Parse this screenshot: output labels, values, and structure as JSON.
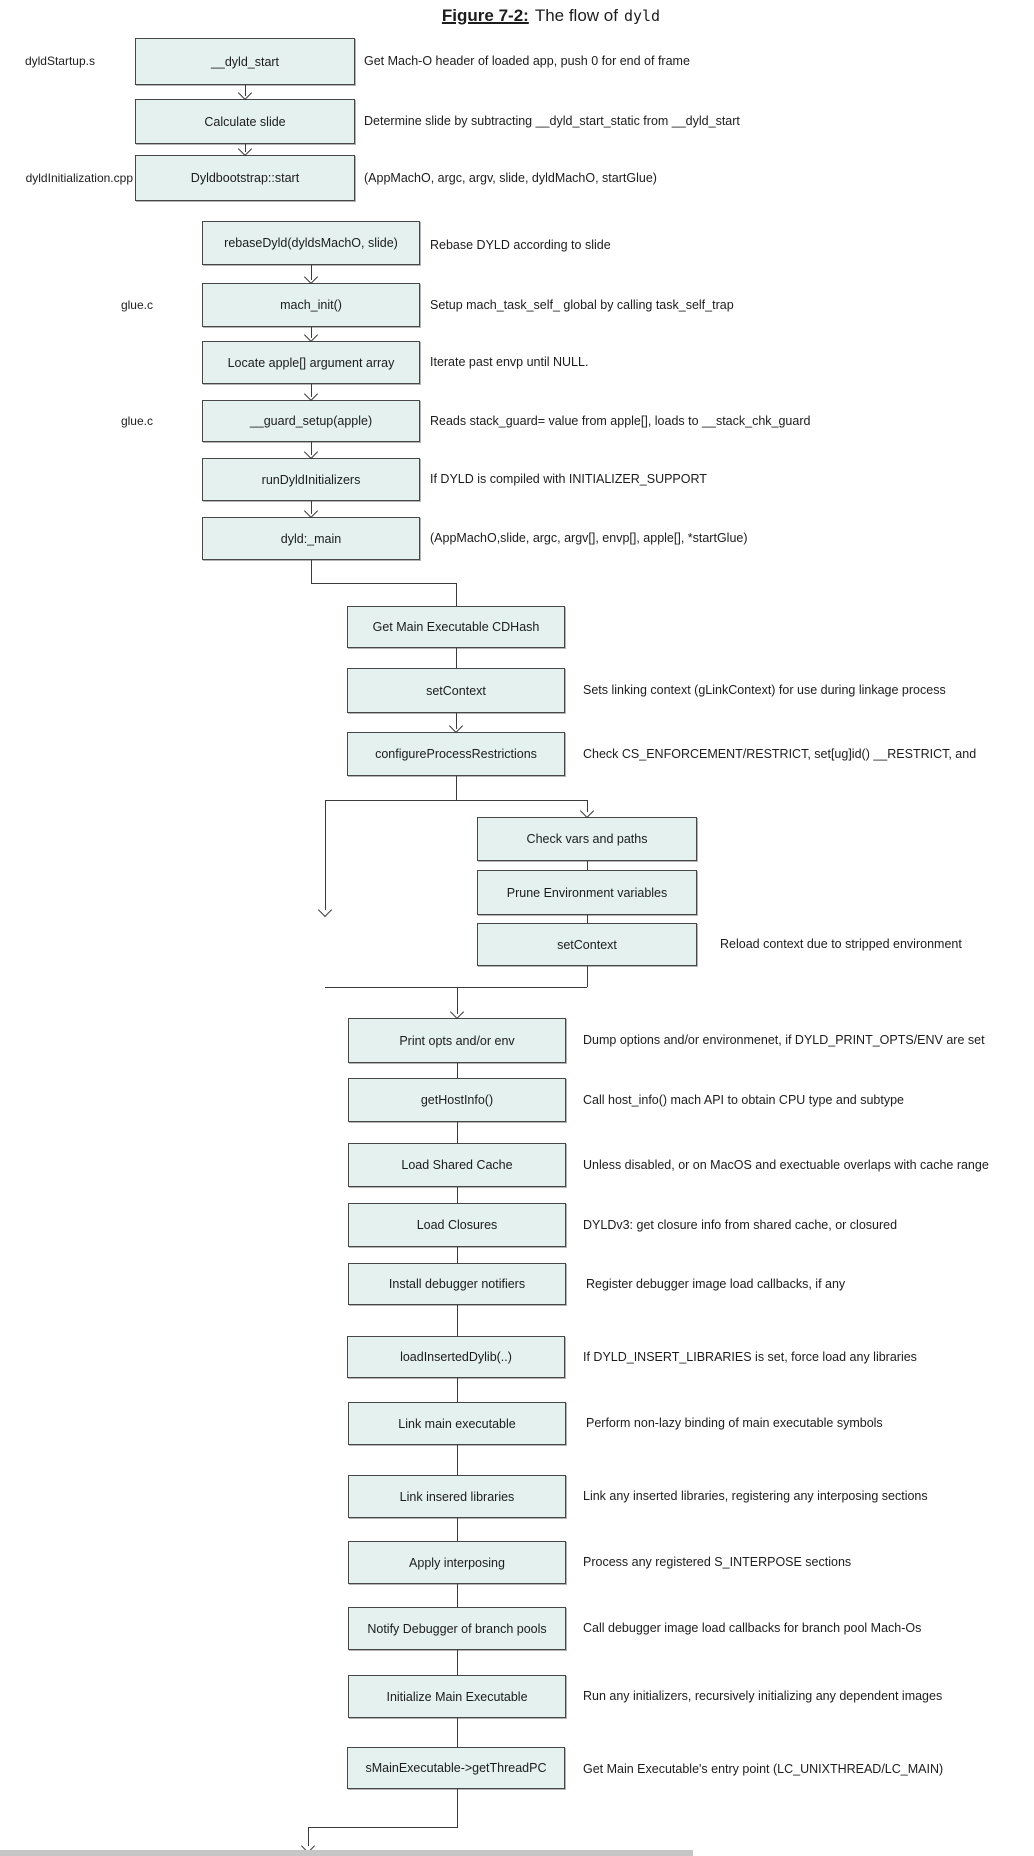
{
  "title": {
    "figure": "Figure 7-2:",
    "middle": "The flow of",
    "code": "dyld"
  },
  "colors": {
    "node_fill": "#e4f1ef",
    "node_border": "#474747",
    "connector": "#3b3b3b",
    "text": "#1c1c1c",
    "background": "#ffffff"
  },
  "file_labels": [
    {
      "text": "dyldStartup.s"
    },
    {
      "text": "dyldInitialization.cpp"
    },
    {
      "text": "glue.c"
    },
    {
      "text": "glue.c"
    }
  ],
  "nodes": [
    {
      "label": "__dyld_start",
      "annotation": "Get Mach-O header of loaded app, push 0 for end of frame"
    },
    {
      "label": "Calculate slide",
      "annotation": "Determine slide by subtracting __dyld_start_static from __dyld_start"
    },
    {
      "label": "Dyldbootstrap::start",
      "annotation": "(AppMachO, argc, argv, slide, dyldMachO, startGlue)"
    },
    {
      "label": "rebaseDyld(dyldsMachO, slide)",
      "annotation": "Rebase DYLD according to slide"
    },
    {
      "label": "mach_init()",
      "annotation": "Setup mach_task_self_ global by calling task_self_trap"
    },
    {
      "label": "Locate apple[] argument array",
      "annotation": "Iterate past envp until NULL."
    },
    {
      "label": "__guard_setup(apple)",
      "annotation": "Reads stack_guard= value from apple[], loads to __stack_chk_guard"
    },
    {
      "label": "runDyldInitializers",
      "annotation": "If DYLD is compiled with INITIALIZER_SUPPORT"
    },
    {
      "label": "dyld:_main",
      "annotation": "(AppMachO,slide, argc, argv[], envp[], apple[], *startGlue)"
    },
    {
      "label": "Get Main Executable CDHash",
      "annotation": ""
    },
    {
      "label": "setContext",
      "annotation": "Sets linking context (gLinkContext) for use during linkage process"
    },
    {
      "label": "configureProcessRestrictions",
      "annotation": "Check CS_ENFORCEMENT/RESTRICT, set[ug]id() __RESTRICT, and"
    },
    {
      "label": "Check vars and paths",
      "annotation": ""
    },
    {
      "label": "Prune Environment variables",
      "annotation": ""
    },
    {
      "label": "setContext",
      "annotation": "Reload context due to stripped environment"
    },
    {
      "label": "Print opts and/or env",
      "annotation": "Dump options and/or environmenet, if DYLD_PRINT_OPTS/ENV are set"
    },
    {
      "label": "getHostInfo()",
      "annotation": "Call host_info() mach API to obtain CPU type and subtype"
    },
    {
      "label": "Load Shared Cache",
      "annotation": "Unless disabled, or on MacOS and exectuable overlaps with cache range"
    },
    {
      "label": "Load Closures",
      "annotation": "DYLDv3: get closure info from shared cache, or closured"
    },
    {
      "label": "Install debugger notifiers",
      "annotation": "Register debugger image load callbacks, if any"
    },
    {
      "label": "loadInsertedDylib(..)",
      "annotation": "If DYLD_INSERT_LIBRARIES is set, force load any libraries"
    },
    {
      "label": "Link main executable",
      "annotation": "Perform non-lazy binding of main executable symbols"
    },
    {
      "label": "Link insered libraries",
      "annotation": "Link any inserted libraries, registering any interposing sections"
    },
    {
      "label": "Apply interposing",
      "annotation": "Process any registered S_INTERPOSE sections"
    },
    {
      "label": "Notify Debugger of branch pools",
      "annotation": "Call debugger image load callbacks for branch pool Mach-Os"
    },
    {
      "label": "Initialize Main Executable",
      "annotation": "Run any initializers, recursively initializing any dependent images"
    },
    {
      "label": "sMainExecutable->getThreadPC",
      "annotation": "Get Main Executable's entry point (LC_UNIXTHREAD/LC_MAIN)"
    }
  ]
}
